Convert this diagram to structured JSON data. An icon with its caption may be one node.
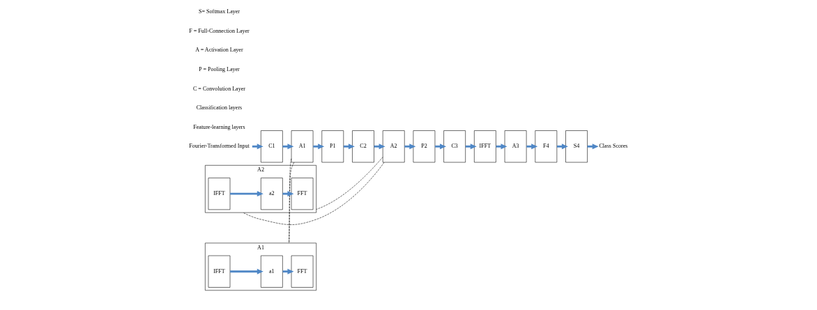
{
  "diagram": {
    "nodes": [
      {
        "text": [
          "Fourier-Transformed Input"
        ]
      },
      {
        "text": [
          "C1"
        ]
      },
      {
        "text": [
          "A1"
        ]
      },
      {
        "text": [
          "P1"
        ]
      },
      {
        "text": [
          "C2"
        ]
      },
      {
        "text": [
          "A2"
        ]
      },
      {
        "text": [
          "P2"
        ]
      },
      {
        "text": [
          "C3"
        ]
      },
      {
        "text": [
          "IFFT"
        ]
      },
      {
        "text": [
          "A3"
        ]
      },
      {
        "text": [
          "F4"
        ]
      },
      {
        "text": [
          "S4"
        ]
      },
      {
        "text": [
          "Class Scores"
        ]
      },
      {
        "text": [
          "A1"
        ]
      },
      {
        "text": [
          "IFFT"
        ],
        "in": 13
      },
      {
        "text": [
          "a1"
        ],
        "in": 13
      },
      {
        "text": [
          "FFT"
        ],
        "in": 13
      },
      {
        "text": [
          "A2"
        ]
      },
      {
        "text": [
          "IFFT"
        ],
        "in": 17
      },
      {
        "text": [
          "a2"
        ],
        "in": 17
      },
      {
        "text": [
          "FFT"
        ],
        "in": 17
      }
    ],
    "edges": [
      {
        "from": 0,
        "to": 1,
        "arrow": "to"
      },
      {
        "from": 1,
        "to": 2,
        "arrow": "to"
      },
      {
        "from": 2,
        "to": 3,
        "arrow": "to"
      },
      {
        "from": 3,
        "to": 4,
        "arrow": "to"
      },
      {
        "from": 4,
        "to": 5,
        "arrow": "to"
      },
      {
        "from": 5,
        "to": 6,
        "arrow": "to"
      },
      {
        "from": 6,
        "to": 7,
        "arrow": "to"
      },
      {
        "from": 7,
        "to": 8,
        "arrow": "to"
      },
      {
        "from": 8,
        "to": 9,
        "arrow": "to"
      },
      {
        "from": 9,
        "to": 10,
        "arrow": "to"
      },
      {
        "from": 10,
        "to": 11,
        "arrow": "to"
      },
      {
        "from": 11,
        "to": 12,
        "arrow": "to"
      },
      {
        "from": 14,
        "to": 15,
        "arrow": "to"
      },
      {
        "from": 15,
        "to": 16,
        "arrow": "to"
      },
      {
        "from": 18,
        "to": 19,
        "arrow": "to"
      },
      {
        "from": 19,
        "to": 20,
        "arrow": "to"
      },
      {
        "from": 2,
        "to": 13,
        "arrow": "none",
        "style": "dashed",
        "color": "#000000"
      },
      {
        "from": 2,
        "to": 13,
        "arrow": "none",
        "style": "dashed",
        "color": "#000000"
      },
      {
        "from": 5,
        "to": 17,
        "arrow": "none",
        "style": "dashed",
        "color": "#000000"
      },
      {
        "from": 5,
        "to": 17,
        "arrow": "none",
        "style": "dashed",
        "color": "#000000"
      }
    ],
    "labels": [
      "Feature-learning layers",
      "Classification layers",
      "C = Convolution Layer",
      "P = Pooling Layer",
      "A = Activation Layer",
      "F = Full-Connection Layer",
      "S= Softmax Layer"
    ]
  }
}
